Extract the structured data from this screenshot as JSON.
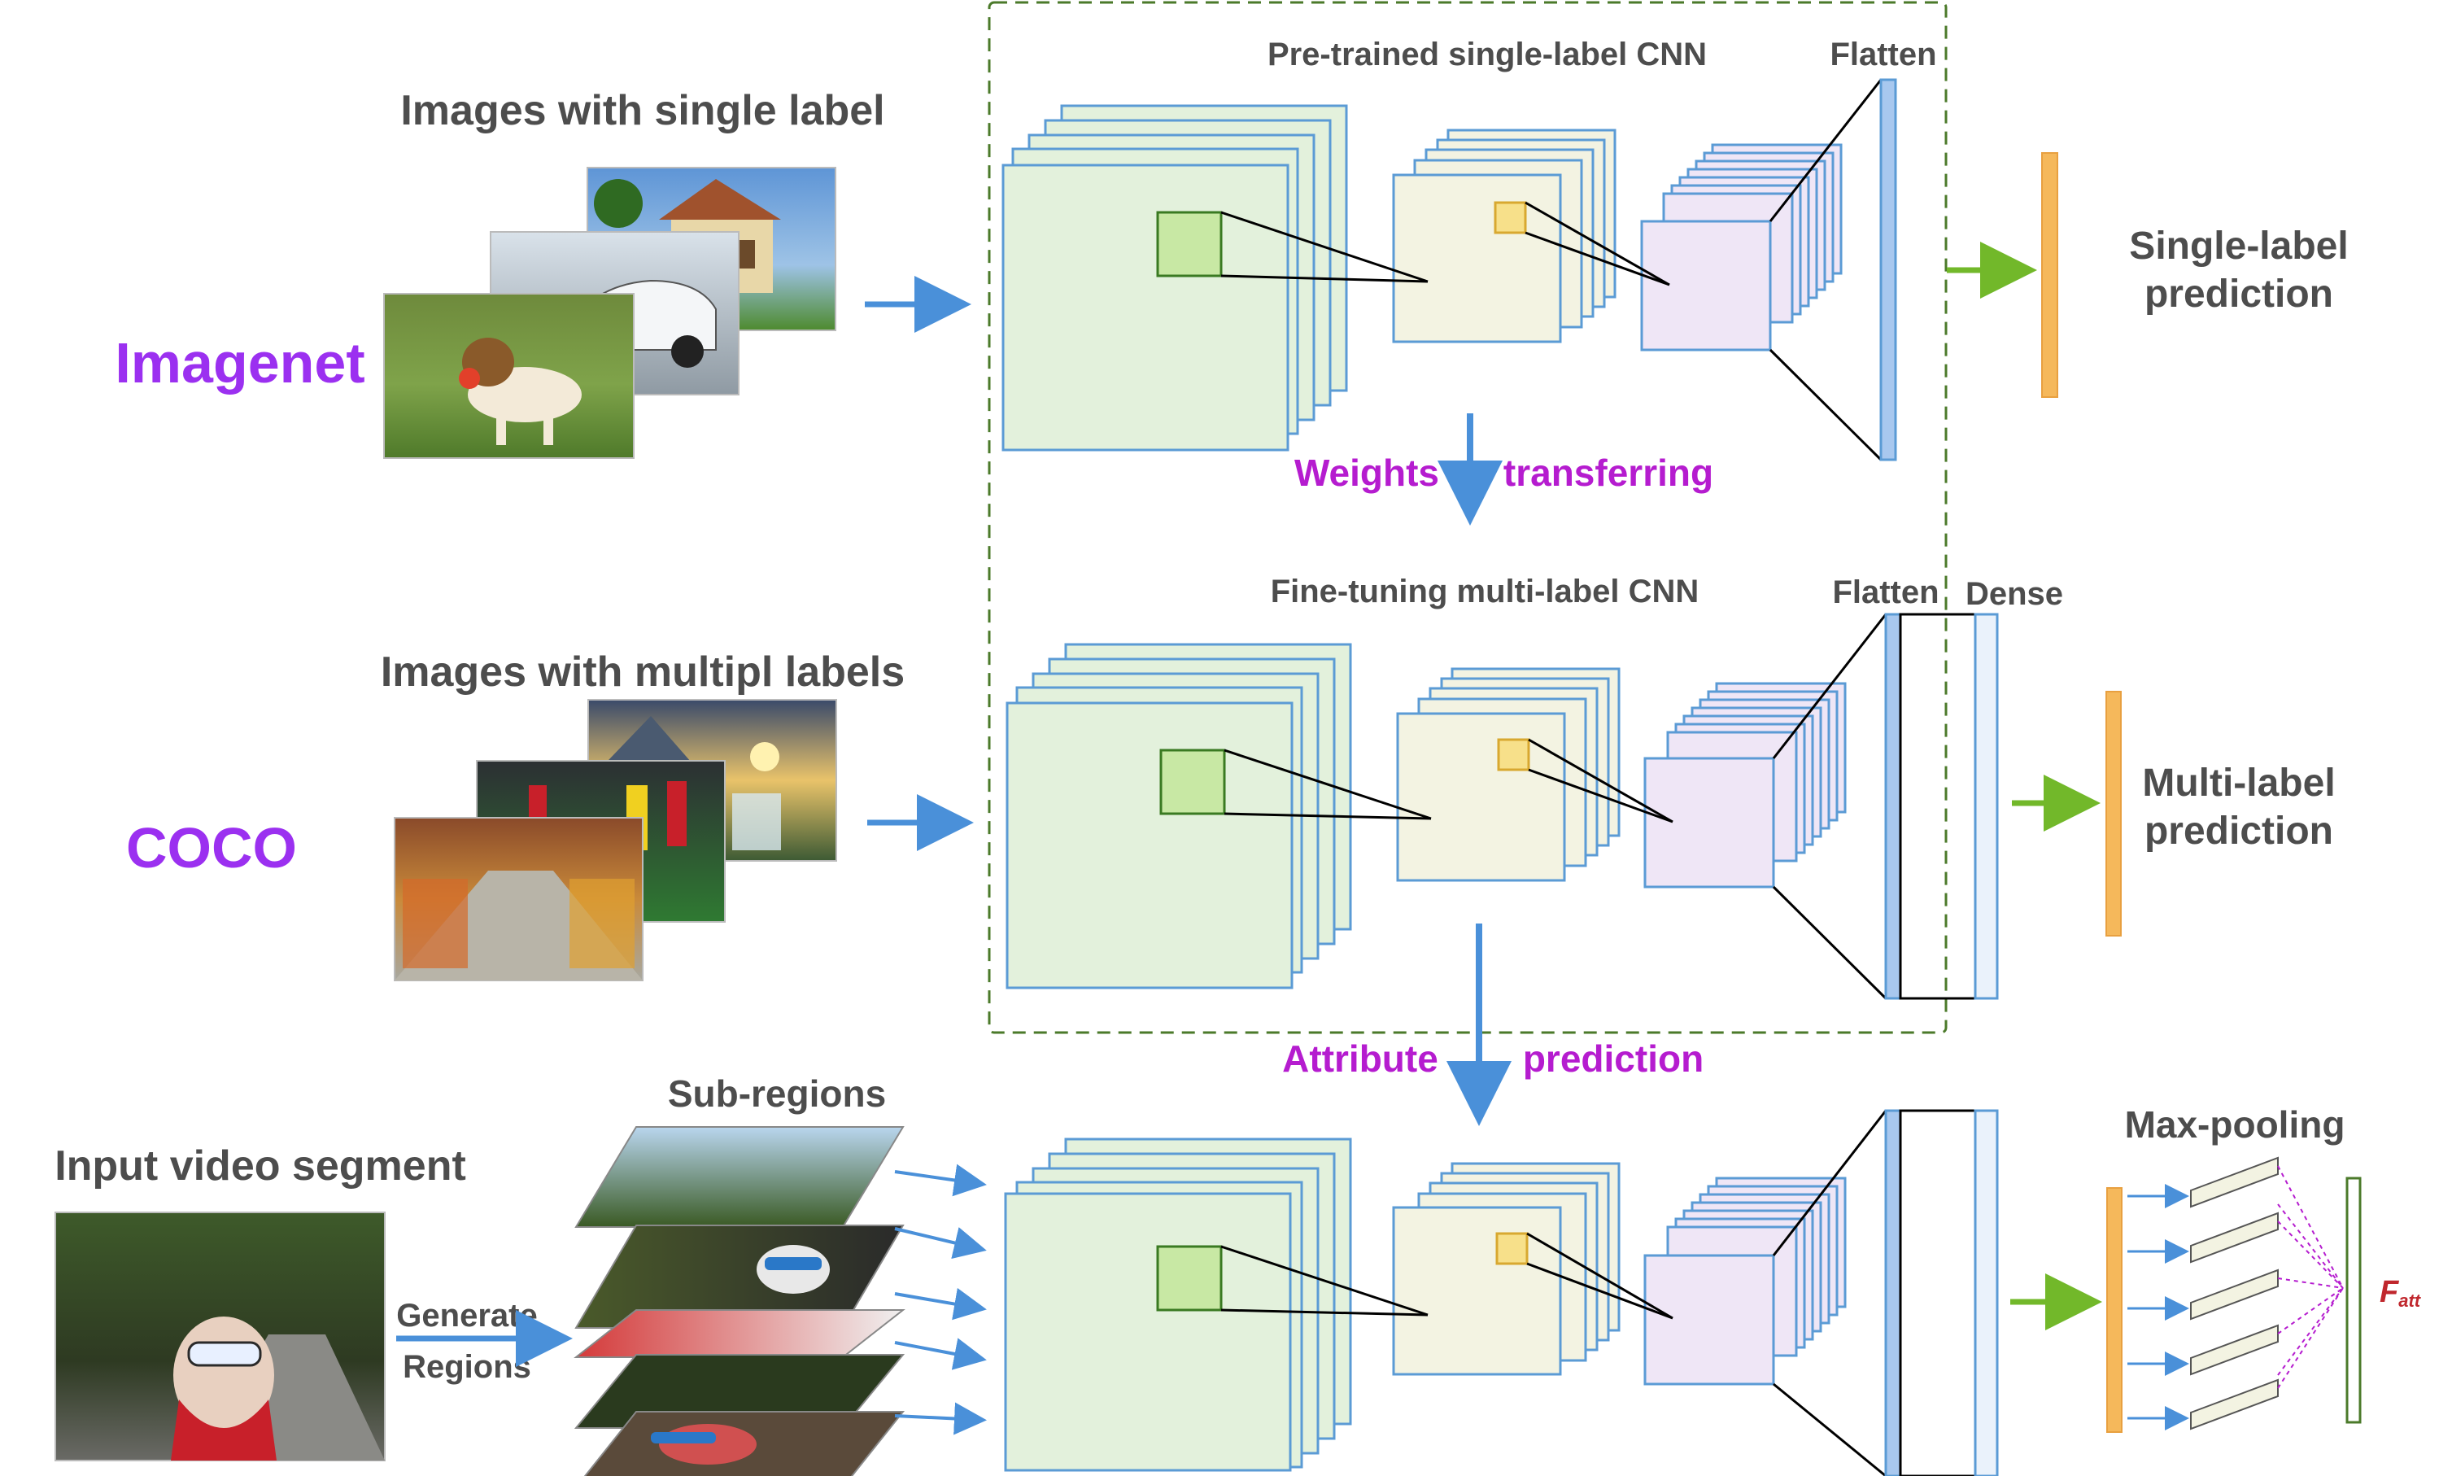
{
  "labels": {
    "images_single": "Images with single label",
    "imagenet": "Imagenet",
    "pretrained_cnn": "Pre-trained single-label CNN",
    "flatten_top": "Flatten",
    "single_label_prediction_line1": "Single-label",
    "single_label_prediction_line2": "prediction",
    "weights": "Weights",
    "transferring": "transferring",
    "finetuning_cnn": "Fine-tuning multi-label CNN",
    "flatten_mid": "Flatten",
    "dense": "Dense",
    "images_multi": "Images with multipl labels",
    "coco": "COCO",
    "multi_label_prediction_line1": "Multi-label",
    "multi_label_prediction_line2": "prediction",
    "attribute": "Attribute",
    "prediction": "prediction",
    "sub_regions": "Sub-regions",
    "input_video_segment": "Input video segment",
    "generate": "Generate",
    "regions": "Regions",
    "max_pooling": "Max-pooling",
    "f_att": "F",
    "f_att_sub": "att"
  },
  "colors": {
    "arrow_blue": "#4a90d9",
    "arrow_green": "#72b82a",
    "layer_stroke": "#5b9bd5",
    "layer1_fill": "#e3f1dc",
    "layer2_fill": "#f3f3e2",
    "layer3_fill": "#efe6f6",
    "filter_green": "#c8e8a4",
    "filter_yellow": "#f7e08a",
    "output_bar": "#f5b85b",
    "dashed_box": "#4b7a2a",
    "dataset_purple": "#9b30f0",
    "middle_label_purple": "#b51ccf"
  }
}
